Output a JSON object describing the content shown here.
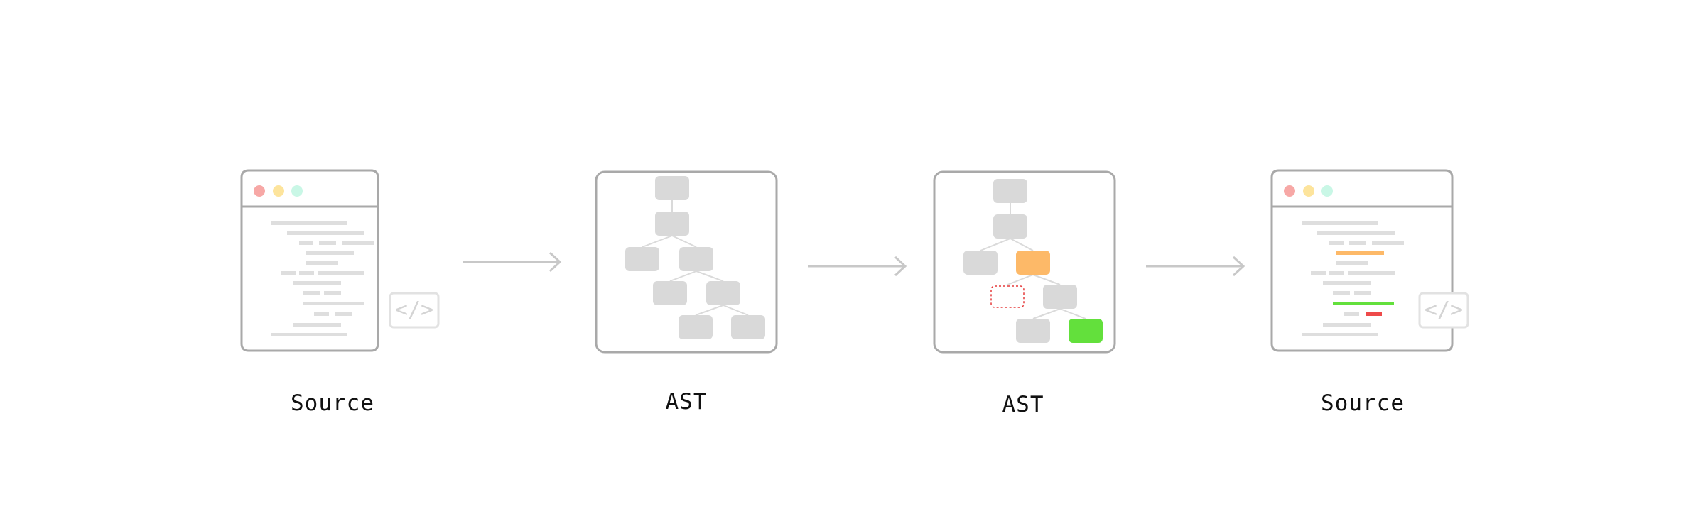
{
  "colors": {
    "frame": "#a9a9a9",
    "code_line": "#dedede",
    "node": "#d9d9d9",
    "edge": "#dadada",
    "arrow": "#c8c8c8",
    "dot_red": "#f7a8a6",
    "dot_yellow": "#fde49c",
    "dot_green": "#c9f7e6",
    "highlight_orange": "#fdb968",
    "highlight_green": "#63e03c",
    "highlight_red": "#ee4a4a",
    "removed_node_outline": "#e53b3b",
    "code_badge": "#e2e2e2"
  },
  "stages": [
    {
      "label": "Source",
      "icon": "source-code-window-icon"
    },
    {
      "label": "AST",
      "icon": "ast-tree-icon"
    },
    {
      "label": "AST",
      "icon": "modified-ast-tree-icon"
    },
    {
      "label": "Source",
      "icon": "modified-source-code-window-icon"
    }
  ],
  "code_badge": {
    "text": "</>"
  }
}
